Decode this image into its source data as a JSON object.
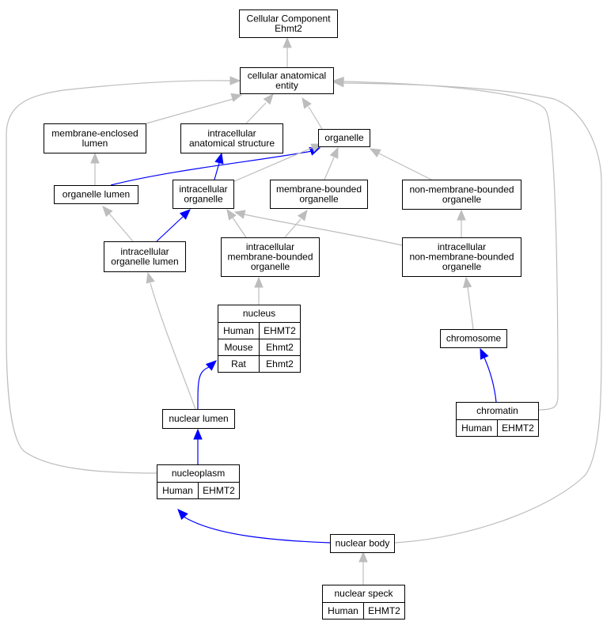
{
  "colors": {
    "human": "#ff6347",
    "mouse": "#add8e6",
    "rat": "#ffd700",
    "is_a_edge": "#bdbdbd",
    "part_of_edge": "#0000ff"
  },
  "nodes": {
    "cc_root": [
      "Cellular Component",
      "Ehmt2"
    ],
    "cae": [
      "cellular anatomical",
      "entity"
    ],
    "mel": [
      "membrane-enclosed",
      "lumen"
    ],
    "ias": [
      "intracellular",
      "anatomical structure"
    ],
    "organelle": [
      "organelle"
    ],
    "organelle_lumen": [
      "organelle lumen"
    ],
    "intra_organelle": [
      "intracellular",
      "organelle"
    ],
    "mbo": [
      "membrane-bounded",
      "organelle"
    ],
    "nmbo": [
      "non-membrane-bounded",
      "organelle"
    ],
    "iol": [
      "intracellular",
      "organelle lumen"
    ],
    "imbo": [
      "intracellular",
      "membrane-bounded",
      "organelle"
    ],
    "inmbo": [
      "intracellular",
      "non-membrane-bounded",
      "organelle"
    ],
    "nucleus": [
      "nucleus"
    ],
    "chromosome": [
      "chromosome"
    ],
    "nuclear_lumen": [
      "nuclear lumen"
    ],
    "chromatin": [
      "chromatin"
    ],
    "nucleoplasm": [
      "nucleoplasm"
    ],
    "nuclear_body": [
      "nuclear body"
    ],
    "nuclear_speck": [
      "nuclear speck"
    ]
  },
  "annotations": {
    "nucleus": [
      {
        "species": "Human",
        "gene": "EHMT2",
        "color": "#ff6347"
      },
      {
        "species": "Mouse",
        "gene": "Ehmt2",
        "color": "#add8e6"
      },
      {
        "species": "Rat",
        "gene": "Ehmt2",
        "color": "#ffd700"
      }
    ],
    "chromatin": [
      {
        "species": "Human",
        "gene": "EHMT2",
        "color": "#ff6347"
      }
    ],
    "nucleoplasm": [
      {
        "species": "Human",
        "gene": "EHMT2",
        "color": "#ff6347"
      }
    ],
    "nuclear_speck": [
      {
        "species": "Human",
        "gene": "EHMT2",
        "color": "#ff6347"
      }
    ]
  },
  "edges": [
    {
      "from": "cae",
      "to": "cc_root",
      "type": "is_a"
    },
    {
      "from": "mel",
      "to": "cae",
      "type": "is_a"
    },
    {
      "from": "ias",
      "to": "cae",
      "type": "is_a"
    },
    {
      "from": "organelle",
      "to": "cae",
      "type": "is_a"
    },
    {
      "from": "organelle_lumen",
      "to": "mel",
      "type": "is_a"
    },
    {
      "from": "organelle_lumen",
      "to": "organelle",
      "type": "part_of"
    },
    {
      "from": "intra_organelle",
      "to": "ias",
      "type": "part_of"
    },
    {
      "from": "intra_organelle",
      "to": "organelle",
      "type": "is_a"
    },
    {
      "from": "mbo",
      "to": "organelle",
      "type": "is_a"
    },
    {
      "from": "nmbo",
      "to": "organelle",
      "type": "is_a"
    },
    {
      "from": "iol",
      "to": "organelle_lumen",
      "type": "is_a"
    },
    {
      "from": "iol",
      "to": "intra_organelle",
      "type": "part_of"
    },
    {
      "from": "imbo",
      "to": "intra_organelle",
      "type": "is_a"
    },
    {
      "from": "imbo",
      "to": "mbo",
      "type": "is_a"
    },
    {
      "from": "inmbo",
      "to": "intra_organelle",
      "type": "is_a"
    },
    {
      "from": "inmbo",
      "to": "nmbo",
      "type": "is_a"
    },
    {
      "from": "nucleus",
      "to": "imbo",
      "type": "is_a"
    },
    {
      "from": "chromosome",
      "to": "inmbo",
      "type": "is_a"
    },
    {
      "from": "nuclear_lumen",
      "to": "iol",
      "type": "is_a"
    },
    {
      "from": "nuclear_lumen",
      "to": "nucleus",
      "type": "part_of"
    },
    {
      "from": "chromatin",
      "to": "chromosome",
      "type": "part_of"
    },
    {
      "from": "chromatin",
      "to": "cae",
      "type": "is_a"
    },
    {
      "from": "nucleoplasm",
      "to": "nuclear_lumen",
      "type": "part_of"
    },
    {
      "from": "nucleoplasm",
      "to": "cae",
      "type": "is_a"
    },
    {
      "from": "nuclear_body",
      "to": "nucleoplasm",
      "type": "part_of"
    },
    {
      "from": "nuclear_body",
      "to": "cae",
      "type": "is_a"
    },
    {
      "from": "nuclear_speck",
      "to": "nuclear_body",
      "type": "is_a"
    }
  ]
}
